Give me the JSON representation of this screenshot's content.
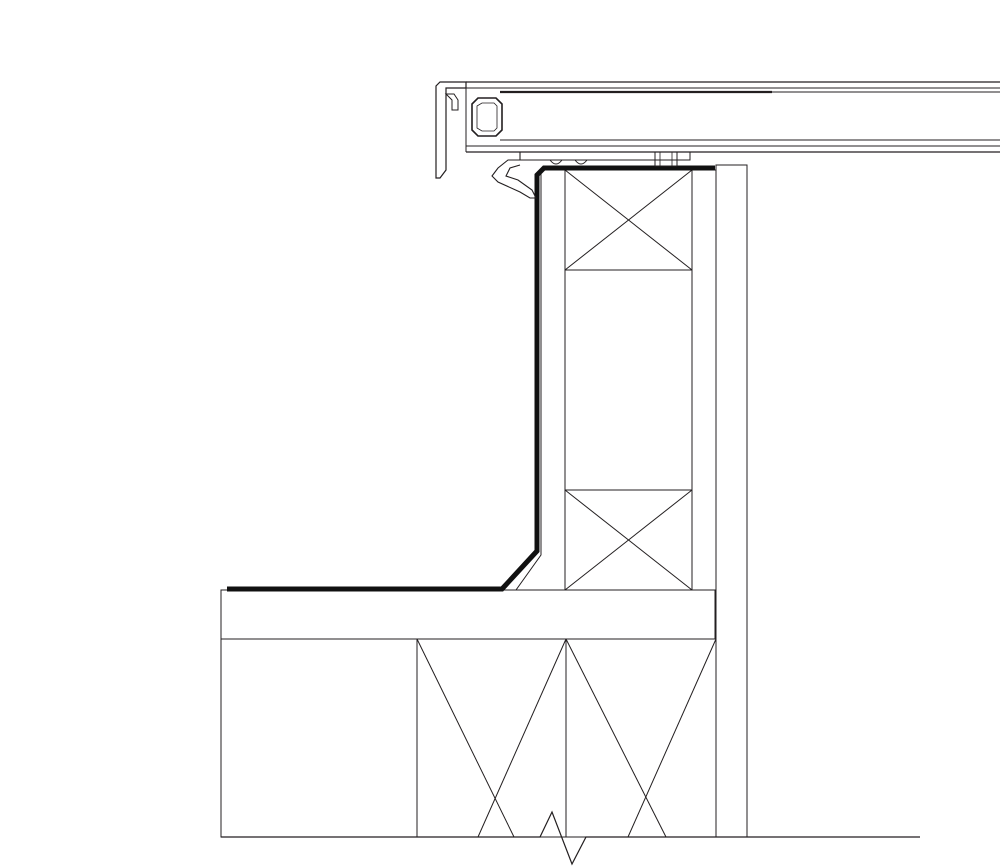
{
  "diagram": {
    "type": "architectural-section-detail",
    "text_labels": [],
    "colors": {
      "line": "#231f20",
      "fill": "#f1f1f2",
      "membrane": "#111111",
      "background": "#ffffff"
    },
    "components": [
      "glazing-unit",
      "aluminium-frame-profile",
      "waterproof-membrane",
      "upstand-timber-top",
      "upstand-insulation",
      "upstand-timber-bottom",
      "upstand-board-inner",
      "upstand-board-outer",
      "wall-board-hatched",
      "roof-deck-board",
      "roof-joist-left",
      "roof-joist-crossed",
      "break-line"
    ]
  }
}
